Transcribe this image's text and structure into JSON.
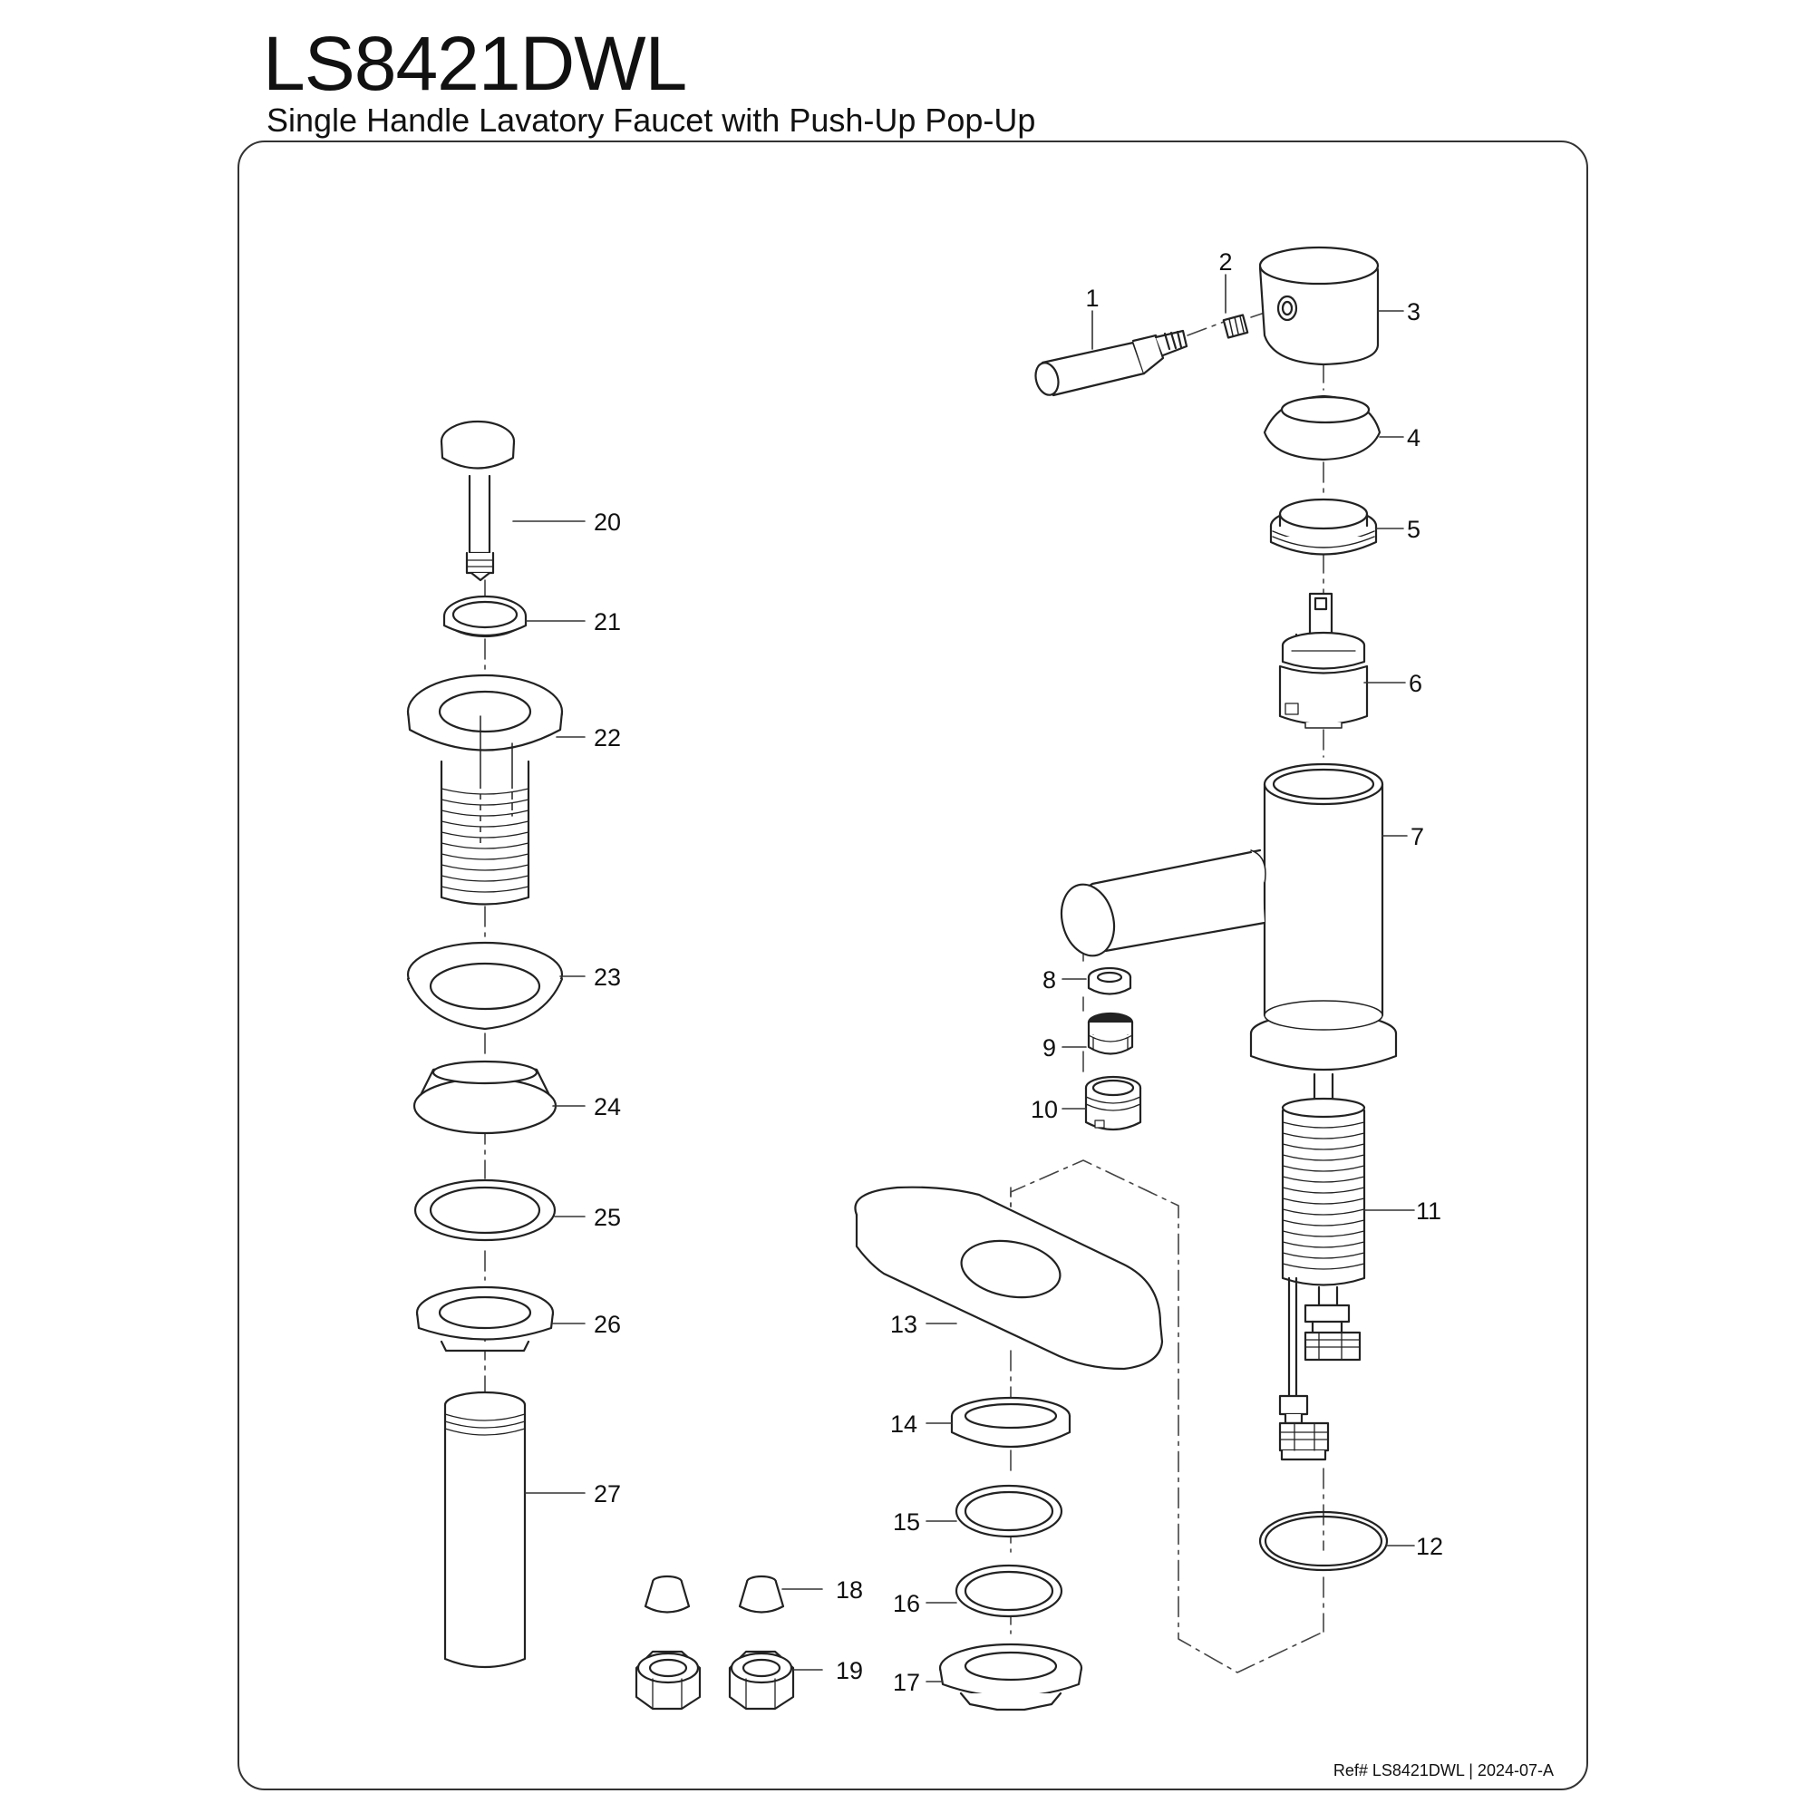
{
  "header": {
    "model": "LS8421DWL",
    "description": "Single Handle Lavatory Faucet with Push-Up Pop-Up"
  },
  "footer": {
    "reference": "Ref# LS8421DWL | 2024-07-A"
  },
  "parts": [
    {
      "id": 1,
      "label": "1"
    },
    {
      "id": 2,
      "label": "2"
    },
    {
      "id": 3,
      "label": "3"
    },
    {
      "id": 4,
      "label": "4"
    },
    {
      "id": 5,
      "label": "5"
    },
    {
      "id": 6,
      "label": "6"
    },
    {
      "id": 7,
      "label": "7"
    },
    {
      "id": 8,
      "label": "8"
    },
    {
      "id": 9,
      "label": "9"
    },
    {
      "id": 10,
      "label": "10"
    },
    {
      "id": 11,
      "label": "11"
    },
    {
      "id": 12,
      "label": "12"
    },
    {
      "id": 13,
      "label": "13"
    },
    {
      "id": 14,
      "label": "14"
    },
    {
      "id": 15,
      "label": "15"
    },
    {
      "id": 16,
      "label": "16"
    },
    {
      "id": 17,
      "label": "17"
    },
    {
      "id": 18,
      "label": "18"
    },
    {
      "id": 19,
      "label": "19"
    },
    {
      "id": 20,
      "label": "20"
    },
    {
      "id": 21,
      "label": "21"
    },
    {
      "id": 22,
      "label": "22"
    },
    {
      "id": 23,
      "label": "23"
    },
    {
      "id": 24,
      "label": "24"
    },
    {
      "id": 25,
      "label": "25"
    },
    {
      "id": 26,
      "label": "26"
    },
    {
      "id": 27,
      "label": "27"
    }
  ]
}
